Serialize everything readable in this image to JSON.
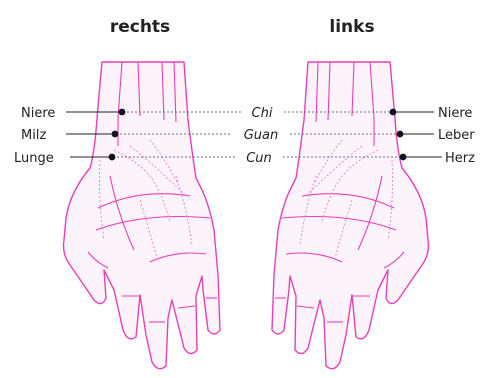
{
  "headings": {
    "right_hand": "rechts",
    "left_hand": "links"
  },
  "pulse_positions": [
    {
      "id": "chi",
      "label": "Chi",
      "right_hand_organ": "Niere",
      "left_hand_organ": "Niere"
    },
    {
      "id": "guan",
      "label": "Guan",
      "right_hand_organ": "Milz",
      "left_hand_organ": "Leber"
    },
    {
      "id": "cun",
      "label": "Cun",
      "right_hand_organ": "Lunge",
      "left_hand_organ": "Herz"
    }
  ],
  "colors": {
    "hand_outline": "#e83fb7",
    "hand_fill": "#fdf4fb",
    "point": "#111122",
    "text": "#222222",
    "guide_line": "#6f6f86"
  }
}
